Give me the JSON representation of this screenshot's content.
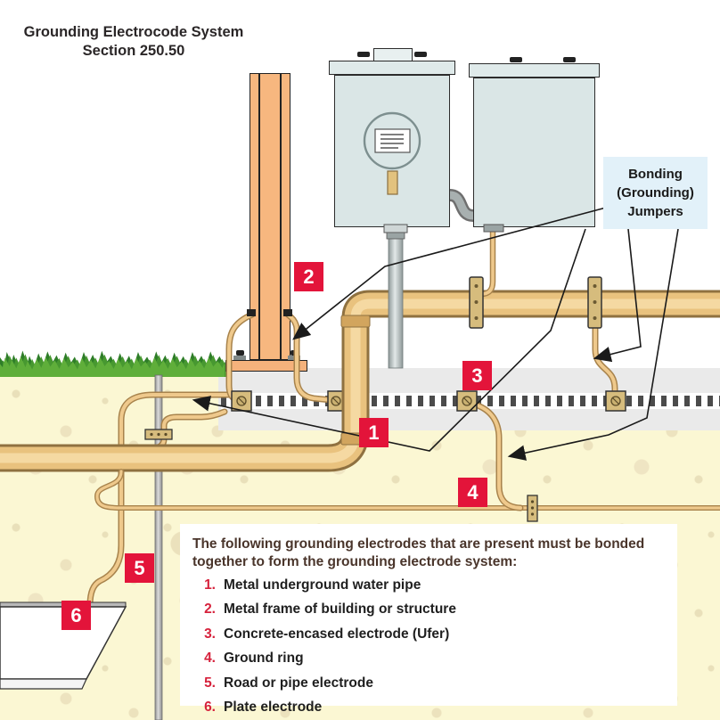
{
  "title": {
    "line1": "Grounding Electrocode System",
    "line2": "Section 250.50"
  },
  "callout": {
    "text": "Bonding (Grounding) Jumpers"
  },
  "legend": {
    "heading_line1": "The following grounding electrodes that are present must be bonded",
    "heading_line2": "together to form the grounding electrode system:",
    "items": [
      {
        "num": "1.",
        "label": "Metal underground water pipe"
      },
      {
        "num": "2.",
        "label": "Metal frame of building or structure"
      },
      {
        "num": "3.",
        "label": "Concrete-encased electrode (Ufer)"
      },
      {
        "num": "4.",
        "label": "Ground ring"
      },
      {
        "num": "5.",
        "label": "Road or pipe electrode"
      },
      {
        "num": "6.",
        "label": "Plate electrode"
      }
    ]
  },
  "badges": [
    "1",
    "2",
    "3",
    "4",
    "5",
    "6"
  ],
  "colors": {
    "badge_red": "#E3143A",
    "legend_number_red": "#D6223C",
    "legend_heading_brown": "#4A352B",
    "callout_bg_blue": "#E2F1F9",
    "pipe_tan": "#E9C27E",
    "wire_tan": "#EFC98C",
    "clamp_tan": "#D6BC7D",
    "soil_yellow": "#FBF7D3",
    "concrete_gray": "#EAEAEA",
    "grass_green": "#479830",
    "cabinet_gray_blue": "#DAE6E6",
    "column_orange": "#F7B77F"
  }
}
